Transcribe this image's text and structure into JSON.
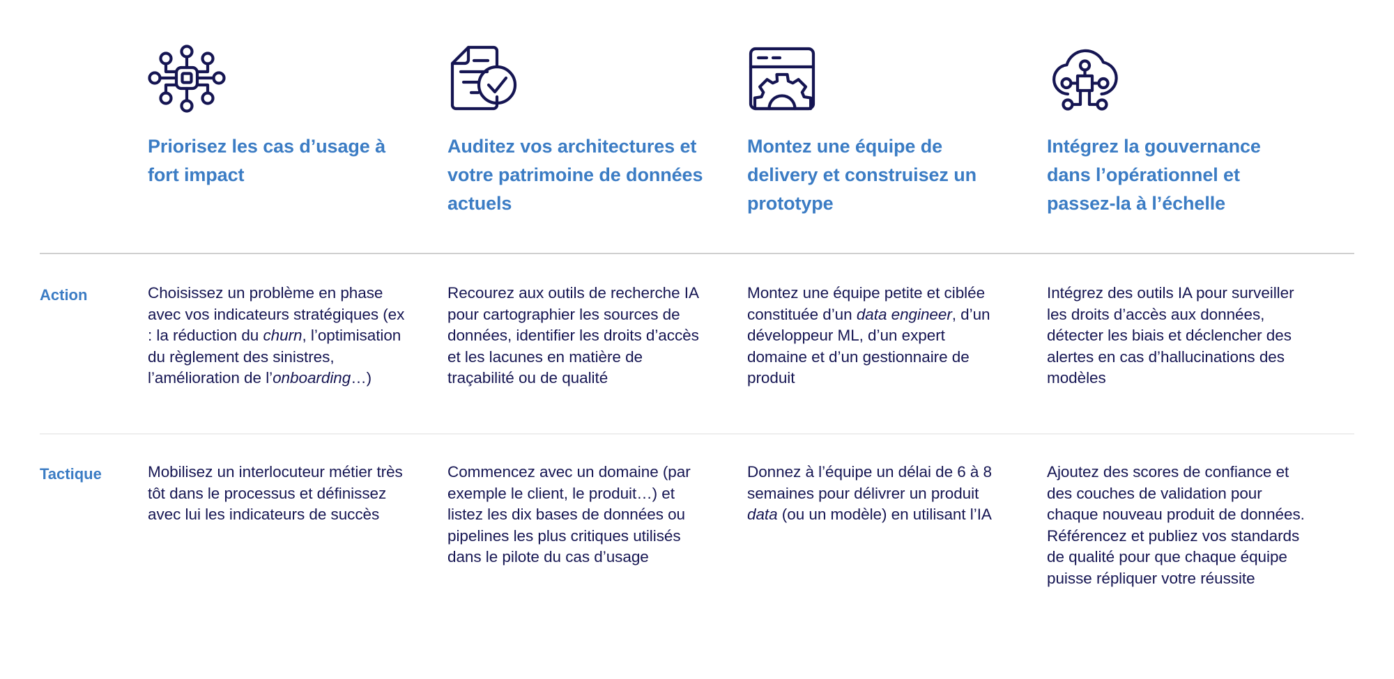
{
  "colors": {
    "heading_blue": "#3b7cc4",
    "body_navy": "#151552",
    "icon_navy": "#151552",
    "divider_strong": "#cfcfcf",
    "divider_light": "#eeeeee",
    "background": "#ffffff"
  },
  "columns": [
    {
      "icon": "ai-chip-network-icon",
      "title": "Priorisez les cas d’usage à fort impact"
    },
    {
      "icon": "document-check-icon",
      "title": "Auditez vos architectures et votre patrimoine de données actuels"
    },
    {
      "icon": "browser-window-gear-icon",
      "title": "Montez une équipe de delivery et construisez un prototype"
    },
    {
      "icon": "cloud-network-chip-icon",
      "title": "Intégrez la gouvernance dans l’opérationnel et passez-la à l’échelle"
    }
  ],
  "rows": [
    {
      "label": "Action",
      "cells": [
        {
          "segments": [
            {
              "text": "Choisissez un problème en phase avec vos indicateurs stratégiques (ex : la réduction du ",
              "italic": false
            },
            {
              "text": "churn",
              "italic": true
            },
            {
              "text": ", l’optimisation du règlement des sinistres, l’amélioration de l’",
              "italic": false
            },
            {
              "text": "onboarding",
              "italic": true
            },
            {
              "text": "…)",
              "italic": false
            }
          ]
        },
        {
          "segments": [
            {
              "text": "Recourez aux outils de recherche IA pour cartographier les sources de données, identifier les droits d’accès et les lacunes en matière de traçabilité ou de qualité",
              "italic": false
            }
          ]
        },
        {
          "segments": [
            {
              "text": "Montez une équipe petite et ciblée constituée d’un ",
              "italic": false
            },
            {
              "text": "data engineer",
              "italic": true
            },
            {
              "text": ", d’un développeur ML, d’un expert domaine et d’un gestionnaire de produit",
              "italic": false
            }
          ]
        },
        {
          "segments": [
            {
              "text": "Intégrez des outils IA pour surveiller les droits d’accès aux données, détecter les biais et déclencher des alertes en cas d’hallucinations des modèles",
              "italic": false
            }
          ]
        }
      ]
    },
    {
      "label": "Tactique",
      "cells": [
        {
          "segments": [
            {
              "text": "Mobilisez un interlocuteur métier très tôt dans le processus et définissez avec lui les indicateurs de succès",
              "italic": false
            }
          ]
        },
        {
          "segments": [
            {
              "text": "Commencez avec un domaine (par exemple le client, le produit…) et listez les dix bases de données ou pipelines les plus critiques utilisés dans le pilote du cas d’usage",
              "italic": false
            }
          ]
        },
        {
          "segments": [
            {
              "text": "Donnez à l’équipe un délai de 6 à 8 semaines pour délivrer un produit ",
              "italic": false
            },
            {
              "text": "data",
              "italic": true
            },
            {
              "text": " (ou un modèle) en utilisant l’IA",
              "italic": false
            }
          ]
        },
        {
          "segments": [
            {
              "text": "Ajoutez des scores de confiance et des couches de validation pour chaque nouveau produit de données. Référencez et publiez vos standards de qualité pour que chaque équipe puisse répliquer votre réussite",
              "italic": false
            }
          ]
        }
      ]
    }
  ]
}
